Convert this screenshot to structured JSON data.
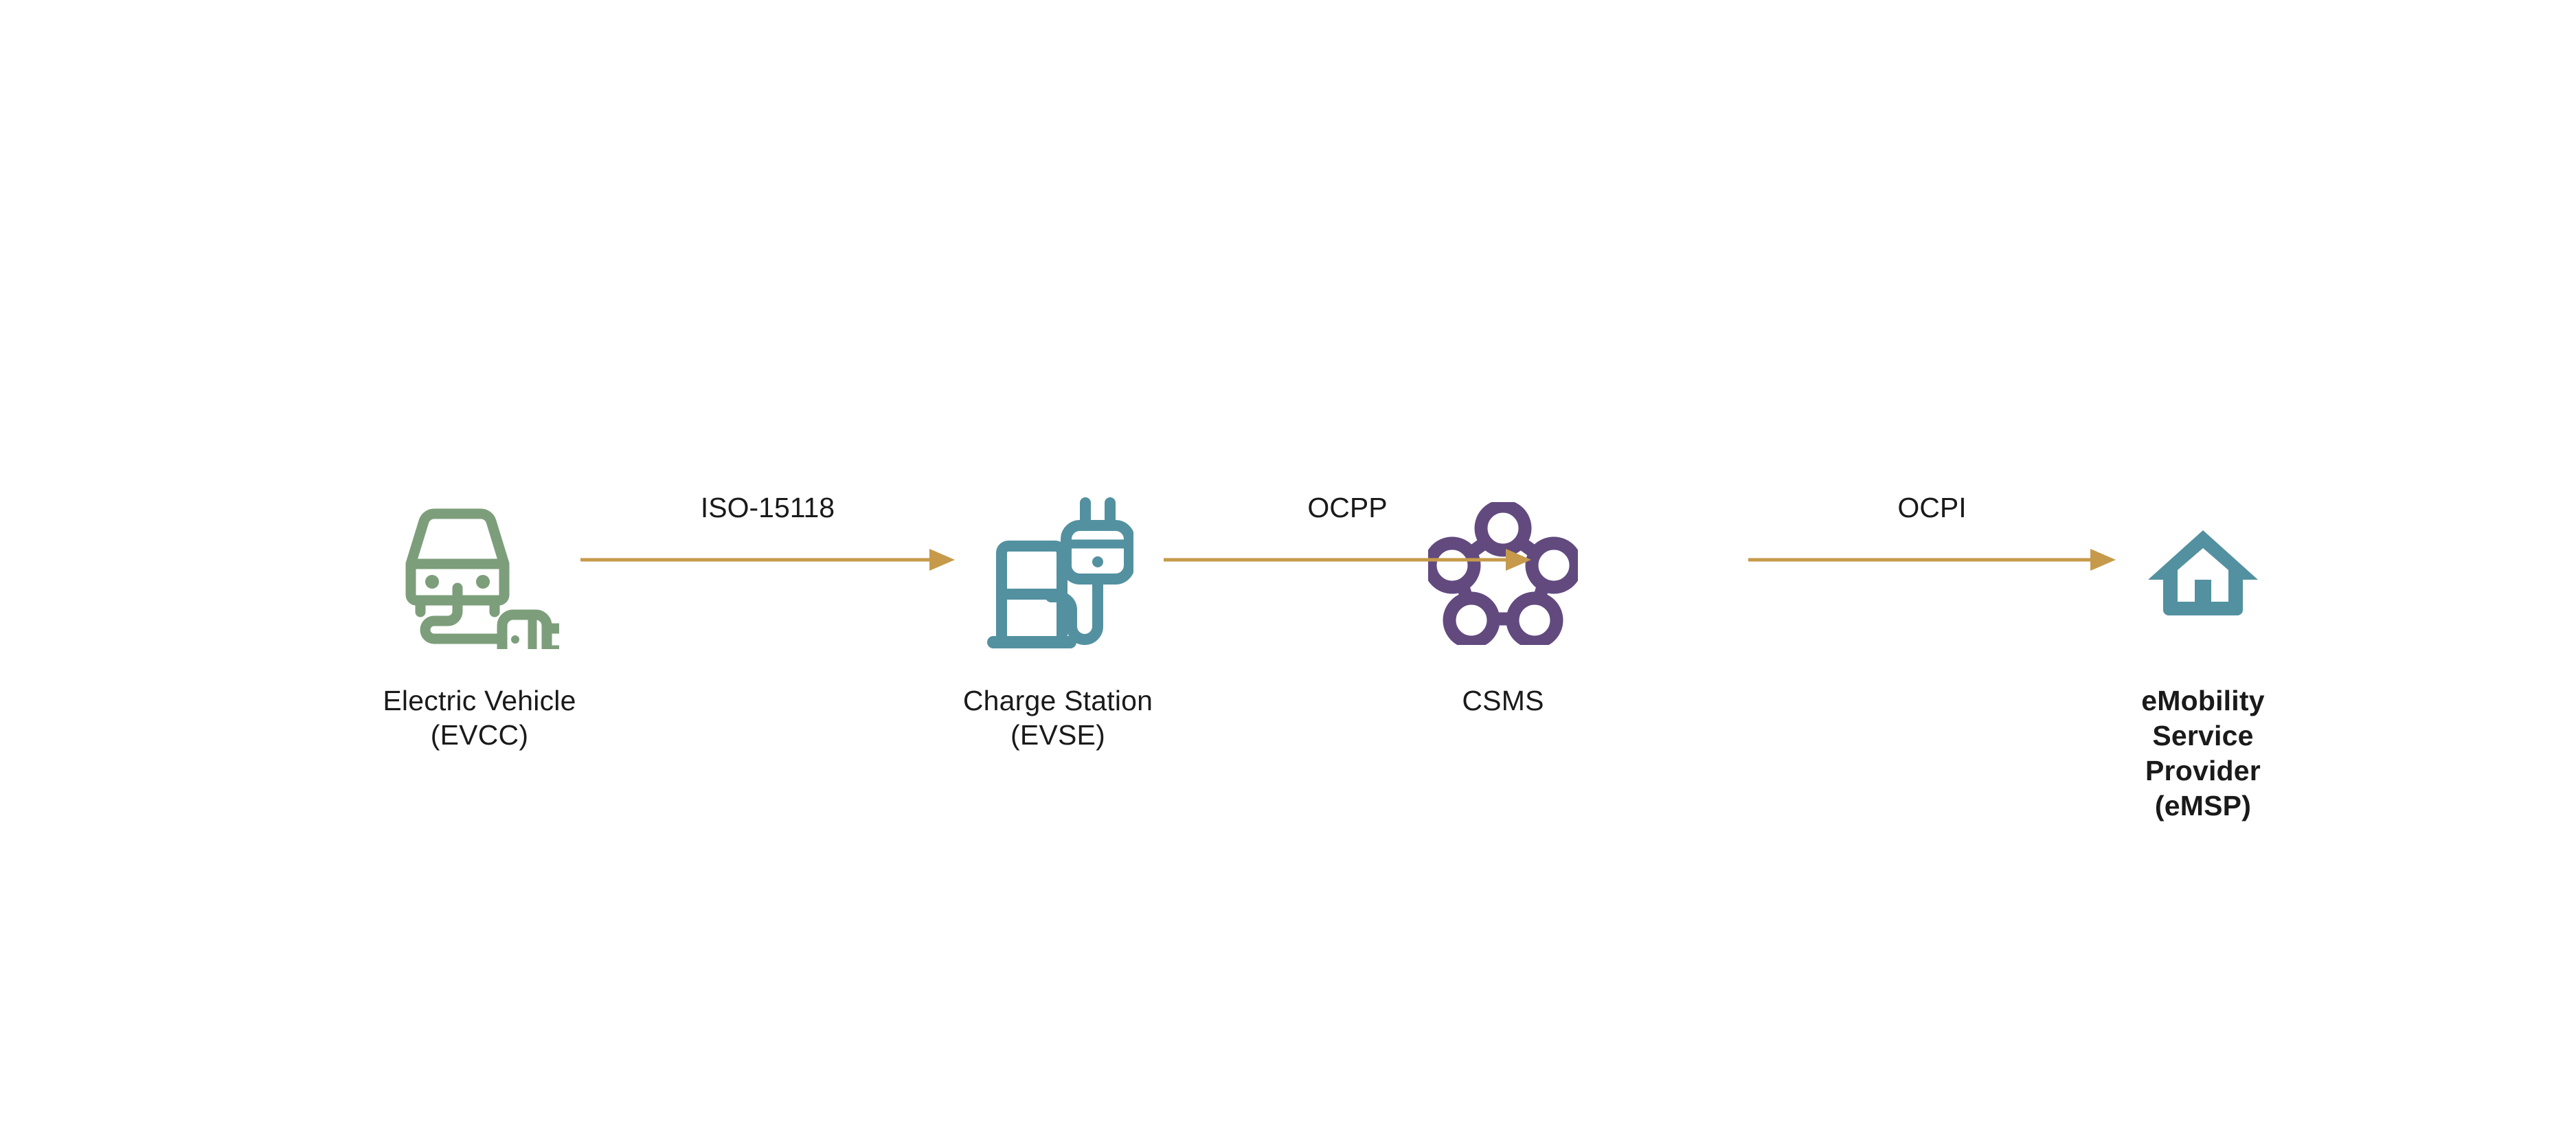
{
  "diagram": {
    "type": "flow",
    "title": "EV charging protocol chain",
    "background_color": "#ffffff",
    "arrow_color": "#c69a4a",
    "text_color": "#1a1a1a"
  },
  "nodes": [
    {
      "id": "ev",
      "label": "Electric Vehicle (EVCC)",
      "icon": "electric-vehicle-plug-icon",
      "color": "#7d9e7b",
      "bold": false
    },
    {
      "id": "evse",
      "label": "Charge Station (EVSE)",
      "icon": "charge-station-plug-icon",
      "color": "#5391a0",
      "bold": false
    },
    {
      "id": "csms",
      "label": "CSMS",
      "icon": "network-nodes-icon",
      "color": "#624a7f",
      "bold": false
    },
    {
      "id": "emsp",
      "label": "eMobility Service Provider (eMSP)",
      "icon": "house-icon",
      "color": "#5391a0",
      "bold": true
    }
  ],
  "connectors": [
    {
      "id": "iso",
      "label": "ISO-15118",
      "from": "ev",
      "to": "evse",
      "direction": "right"
    },
    {
      "id": "ocpp",
      "label": "OCPP",
      "from": "evse",
      "to": "csms",
      "direction": "right"
    },
    {
      "id": "ocpi",
      "label": "OCPI",
      "from": "csms",
      "to": "emsp",
      "direction": "right"
    }
  ]
}
